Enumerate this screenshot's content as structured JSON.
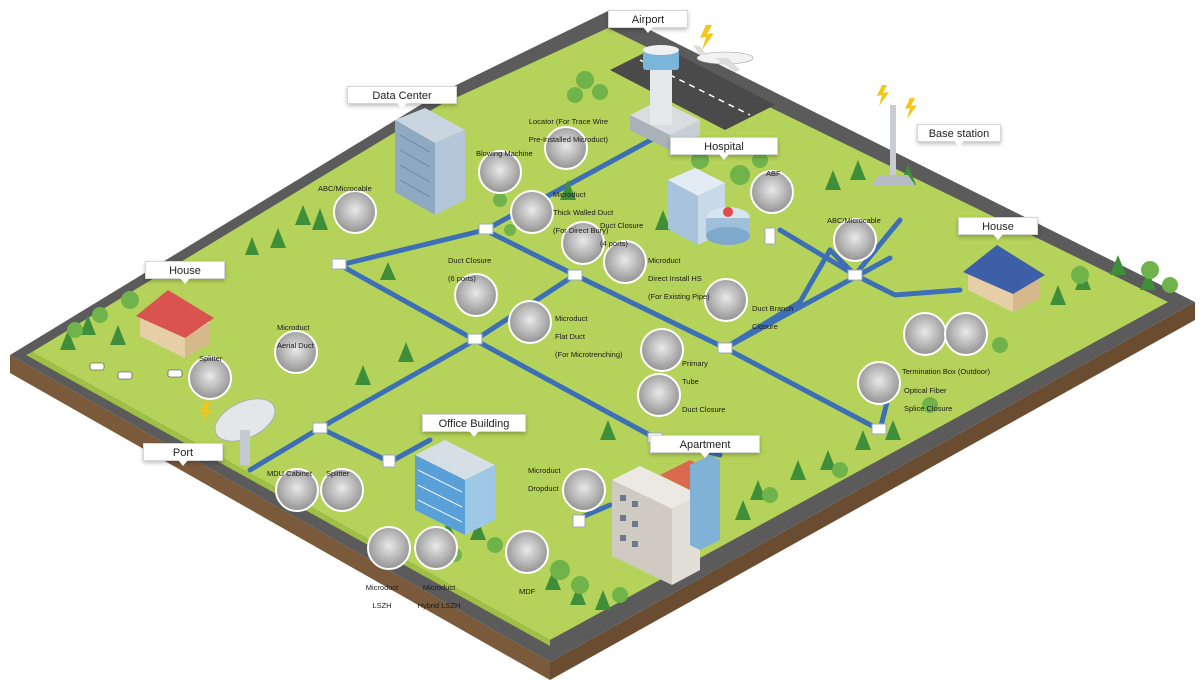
{
  "places": {
    "airport": "Airport",
    "data_center": "Data Center",
    "hospital": "Hospital",
    "base_station": "Base station",
    "house_left": "House",
    "house_right": "House",
    "office_building": "Office Building",
    "apartment": "Apartment",
    "port": "Port"
  },
  "components": {
    "locator": [
      "Locator (For Trace Wire",
      "Pre-Installed Microduct)"
    ],
    "blowing_machine": [
      "Blowing Machine"
    ],
    "abc_microcable_left": [
      "ABC/Microcable"
    ],
    "microduct_thick": [
      "Microduct",
      "Thick Walled Duct",
      "(For Direct Bury)"
    ],
    "duct_closure_4": [
      "Duct Closure",
      "(4 ports)"
    ],
    "duct_closure_6": [
      "Duct Closure",
      "(6 ports)"
    ],
    "microduct_direct": [
      "Microduct",
      "Direct Install HS",
      "(For Existing Pipe)"
    ],
    "abf": [
      "ABF"
    ],
    "abc_microcable_right": [
      "ABC/Microcable"
    ],
    "duct_branch_closure": [
      "Duct Branch",
      "Closure"
    ],
    "microduct_aerial": [
      "Microduct",
      "Aerial Duct"
    ],
    "splitter_left": [
      "Splitter"
    ],
    "microduct_flat": [
      "Microduct",
      "Flat Duct",
      "(For Microtrenching)"
    ],
    "primary_tube": [
      "Primary",
      "Tube"
    ],
    "duct_closure": [
      "Duct Closure"
    ],
    "termination_box": [
      "Termination Box (Outdoor)"
    ],
    "optical_fiber_splice": [
      "Optical Fiber",
      "Splice Closure"
    ],
    "mdu_cabinet": [
      "MDU Cabinet"
    ],
    "splitter_center": [
      "Splitter"
    ],
    "microduct_dropduct": [
      "Microduct",
      "Dropduct"
    ],
    "microduct_lszh": [
      "Microduct",
      "LSZH"
    ],
    "microduct_hybrid": [
      "Microduct",
      "Hybrid LSZH"
    ],
    "mdf": [
      "MDF"
    ]
  },
  "colors": {
    "grass": "#b5d35a",
    "grass_edge": "#9fbf45",
    "road_top": "#5b5b5b",
    "road_side": "#7a5a3a",
    "duct": "#3c6fb6",
    "tree_dark": "#3f8f3a",
    "tree_light": "#6fb34a",
    "building_blue": "#5aa0d8"
  },
  "icons": [
    "airplane-icon",
    "lightning-icon",
    "tree-icon",
    "cow-icon",
    "satellite-dish-icon",
    "duct-closure-icon"
  ]
}
